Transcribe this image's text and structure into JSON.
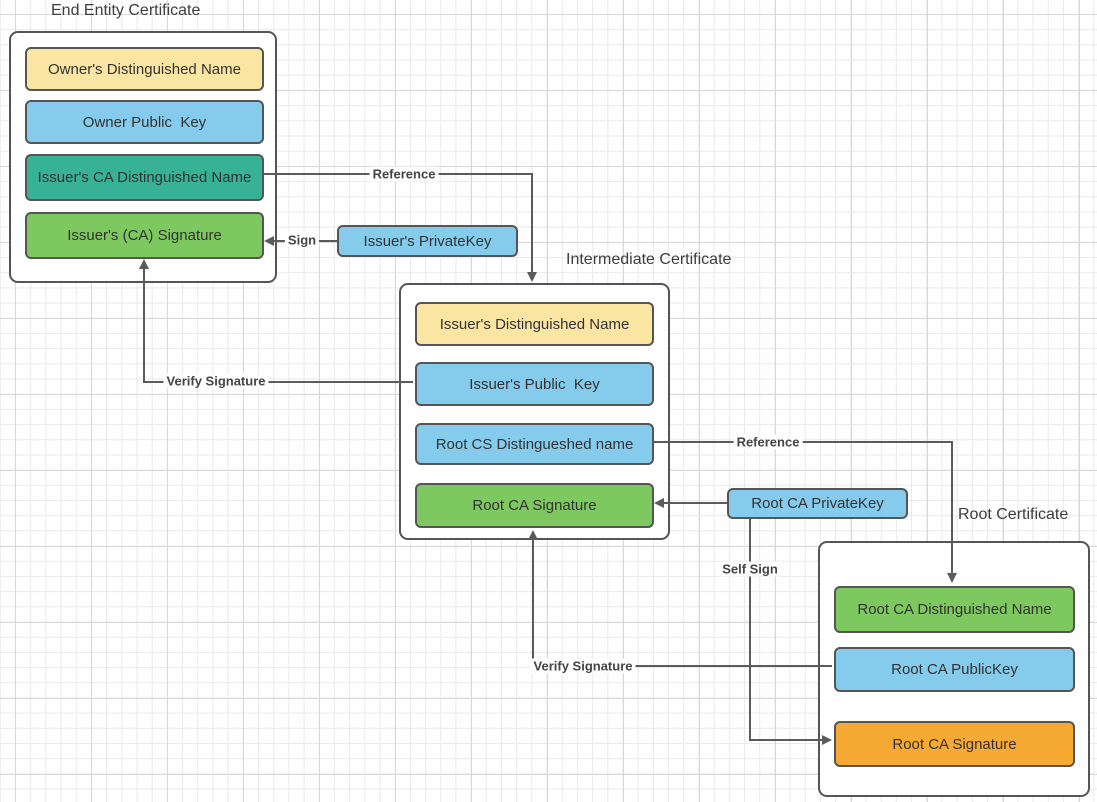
{
  "colors": {
    "yellow": "#fbe5a3",
    "blue": "#85cbec",
    "teal": "#38b296",
    "green": "#7dc95f",
    "orange": "#f6a933",
    "border": "#555555",
    "line": "#5b5b5b",
    "text": "#3d3d3d",
    "container_bg": "#ffffff",
    "grid_minor": "#eaeaea",
    "grid_major": "#d8d8d8"
  },
  "certificates": [
    {
      "title": "End Entity Certificate",
      "fields": [
        {
          "label": "Owner's Distinguished Name",
          "color": "yellow"
        },
        {
          "label": "Owner Public  Key",
          "color": "blue"
        },
        {
          "label": "Issuer's CA Distinguished Name",
          "color": "teal"
        },
        {
          "label": "Issuer's (CA) Signature",
          "color": "green"
        }
      ]
    },
    {
      "title": "Intermediate Certificate",
      "fields": [
        {
          "label": "Issuer's Distinguished Name",
          "color": "yellow"
        },
        {
          "label": "Issuer's Public  Key",
          "color": "blue"
        },
        {
          "label": "Root CS Distingueshed name",
          "color": "blue"
        },
        {
          "label": "Root CA Signature",
          "color": "green"
        }
      ]
    },
    {
      "title": "Root Certificate",
      "fields": [
        {
          "label": "Root CA Distinguished Name",
          "color": "green"
        },
        {
          "label": "Root CA PublicKey",
          "color": "blue"
        },
        {
          "label": "Root CA Signature",
          "color": "orange"
        }
      ]
    }
  ],
  "keys": [
    {
      "label": "Issuer's PrivateKey",
      "color": "blue"
    },
    {
      "label": "Root CA PrivateKey",
      "color": "blue"
    }
  ],
  "connector_labels": {
    "reference_1": "Reference",
    "sign": "Sign",
    "verify_signature_1": "Verify Signature",
    "reference_2": "Reference",
    "self_sign": "Self Sign",
    "verify_signature_2": "Verify Signature"
  }
}
